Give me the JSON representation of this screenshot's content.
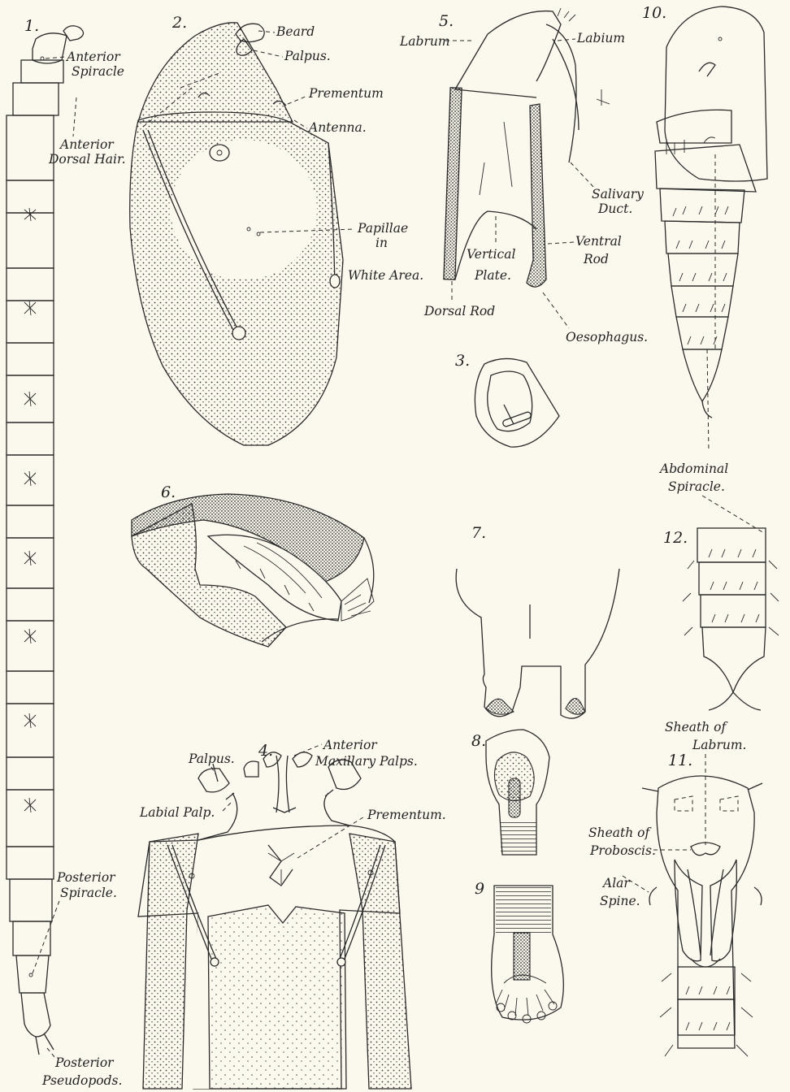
{
  "figures": [
    {
      "id": "1",
      "labels": [
        "Anterior Spiracle",
        "Anterior Dorsal Hair.",
        "Posterior Spiracle.",
        "Posterior Pseudopods."
      ]
    },
    {
      "id": "2",
      "labels": [
        "Beard",
        "Palpus.",
        "Prementum",
        "Antenna.",
        "Papillae in White Area."
      ]
    },
    {
      "id": "3",
      "labels": []
    },
    {
      "id": "4",
      "labels": [
        "Anterior Maxillary Palps.",
        "Palpus.",
        "Labial Palp.",
        "Prementum."
      ]
    },
    {
      "id": "5",
      "labels": [
        "Labrum",
        "Labium",
        "Salivary Duct.",
        "Ventral Rod",
        "Vertical Plate.",
        "Dorsal Rod",
        "Oesophagus."
      ]
    },
    {
      "id": "6",
      "labels": []
    },
    {
      "id": "7",
      "labels": []
    },
    {
      "id": "8",
      "labels": []
    },
    {
      "id": "9",
      "labels": []
    },
    {
      "id": "10",
      "labels": [
        "Abdominal Spiracle."
      ]
    },
    {
      "id": "11",
      "labels": [
        "Sheath of Labrum.",
        "Sheath of Proboscis.",
        "Alar Spine."
      ]
    },
    {
      "id": "12",
      "labels": []
    }
  ],
  "numbers": {
    "f1": "1.",
    "f2": "2.",
    "f3": "3.",
    "f4": "4.",
    "f5": "5.",
    "f6": "6.",
    "f7": "7.",
    "f8": "8.",
    "f9": "9",
    "f10": "10.",
    "f11": "11.",
    "f12": "12."
  },
  "text": {
    "f1_anterior": "Anterior",
    "f1_spiracle": "Spiracle",
    "f1_antdorsal": "Anterior",
    "f1_dorsalhair": "Dorsal Hair.",
    "f1_posterior": "Posterior",
    "f1_pspiracle": "Spiracle.",
    "f1_pposterior": "Posterior",
    "f1_pseudopods": "Pseudopods.",
    "f2_beard": "Beard",
    "f2_palpus": "Palpus.",
    "f2_prementum": "Prementum",
    "f2_antenna": "Antenna.",
    "f2_papillae": "Papillae",
    "f2_in": "in",
    "f2_white": "White Area.",
    "f4_anterior": "Anterior",
    "f4_maxillary": "Maxillary Palps.",
    "f4_palpus": "Palpus.",
    "f4_labial": "Labial Palp.",
    "f4_prementum": "Prementum.",
    "f5_labrum": "Labrum",
    "f5_labium": "Labium",
    "f5_salivary": "Salivary",
    "f5_duct": "Duct.",
    "f5_ventral": "Ventral",
    "f5_rod": "Rod",
    "f5_vertical": "Vertical",
    "f5_plate": "Plate.",
    "f5_dorsal": "Dorsal Rod",
    "f5_oesophagus": "Oesophagus.",
    "f10_abdominal": "Abdominal",
    "f10_spiracle": "Spiracle.",
    "f11_sheath1": "Sheath of",
    "f11_labrum": "Labrum.",
    "f11_sheath2": "Sheath of",
    "f11_proboscis": "Proboscis.",
    "f11_alar": "Alar",
    "f11_spine": "Spine."
  },
  "colors": {
    "paper": "#fbf8ee",
    "ink": "#2a2a2a"
  }
}
